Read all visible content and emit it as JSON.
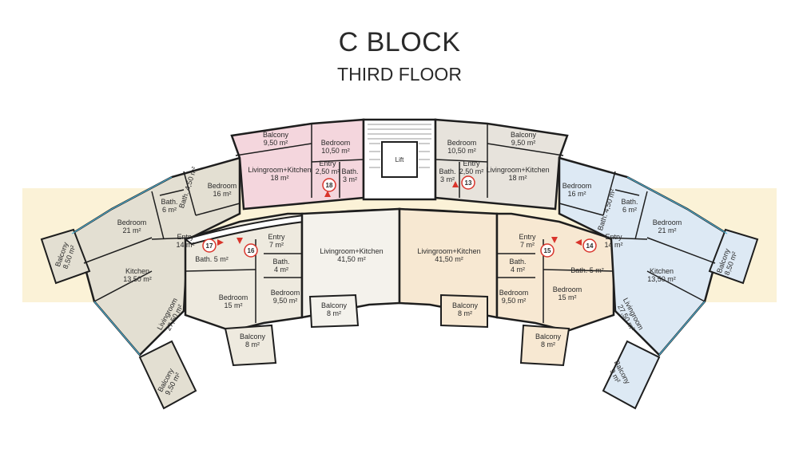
{
  "header": {
    "title": "C BLOCK",
    "subtitle": "THIRD FLOOR"
  },
  "lift": "Lift",
  "colors": {
    "beige": "#e3dfd2",
    "pink": "#f4d6dd",
    "grey_white": "#f4f2ec",
    "peach": "#f7e8d2",
    "blue": "#dde9f4",
    "band": "#fbf2d7",
    "wall": "#1e1e1e",
    "glass": "#4fb3d6",
    "marker": "#d9342b"
  },
  "units": [
    "17",
    "16",
    "18",
    "13",
    "15",
    "14"
  ],
  "rooms": {
    "balcony_a": [
      "Balcony",
      "8,50 m²"
    ],
    "bedroom_a": [
      "Bedroom",
      "21 m²"
    ],
    "bath_a": [
      "Bath.",
      "6 m²"
    ],
    "bath_b": [
      "Bath. 4,50 m²"
    ],
    "bedroom_b": [
      "Bedroom",
      "16 m²"
    ],
    "entry_a": [
      "Entry",
      "14 m²"
    ],
    "kitchen_a": [
      "Kitchen",
      "13,50 m²"
    ],
    "living_a": [
      "Livingroom",
      "27,50 m²"
    ],
    "balcony_b": [
      "Balcony",
      "9,50 m²"
    ],
    "bath_c": [
      "Bath. 5 m²"
    ],
    "bedroom_c": [
      "Bedroom",
      "15 m²"
    ],
    "balcony_c": [
      "Balcony",
      "8 m²"
    ],
    "entry_b": [
      "Entry",
      "7 m²"
    ],
    "bath_d": [
      "Bath.",
      "4 m²"
    ],
    "bedroom_d": [
      "Bedroom",
      "9,50 m²"
    ],
    "lk_a": [
      "Livingroom+Kitchen",
      "41,50 m²"
    ],
    "balcony_d": [
      "Balcony",
      "8 m²"
    ],
    "balcony_e": [
      "Balcony",
      "9,50 m²"
    ],
    "bedroom_e": [
      "Bedroom",
      "10,50 m²"
    ],
    "lk_b": [
      "Livingroom+Kitchen",
      "18 m²"
    ],
    "entry_c": [
      "Entry",
      "2,50 m²"
    ],
    "bath_e": [
      "Bath.",
      "3 m²"
    ],
    "bedroom_f": [
      "Bedroom",
      "10,50 m²"
    ],
    "balcony_f": [
      "Balcony",
      "9,50 m²"
    ],
    "bath_f": [
      "Bath.",
      "3 m²"
    ],
    "entry_d": [
      "Entry",
      "2,50 m²"
    ],
    "lk_c": [
      "Livingroom+Kitchen",
      "18 m²"
    ],
    "lk_d": [
      "Livingroom+Kitchen",
      "41,50 m²"
    ],
    "balcony_g": [
      "Balcony",
      "8 m²"
    ],
    "entry_e": [
      "Entry",
      "7 m²"
    ],
    "bath_g": [
      "Bath.",
      "4 m²"
    ],
    "bedroom_g": [
      "Bedroom",
      "9,50 m²"
    ],
    "bedroom_h": [
      "Bedroom",
      "15 m²"
    ],
    "balcony_h": [
      "Balcony",
      "8 m²"
    ],
    "bath_h": [
      "Bath. 5 m²"
    ],
    "bedroom_i": [
      "Bedroom",
      "16 m²"
    ],
    "bath_i": [
      "Bath. 4,50 m²"
    ],
    "bath_j": [
      "Bath.",
      "6 m²"
    ],
    "entry_f": [
      "Entry",
      "14 m²"
    ],
    "bedroom_j": [
      "Bedroom",
      "21 m²"
    ],
    "balcony_i": [
      "Balcony",
      "8,50 m²"
    ],
    "kitchen_b": [
      "Kitchen",
      "13,50 m²"
    ],
    "living_b": [
      "Livingroom",
      "27,50 m²"
    ],
    "balcony_j": [
      "Balcony",
      "9 m²"
    ]
  }
}
